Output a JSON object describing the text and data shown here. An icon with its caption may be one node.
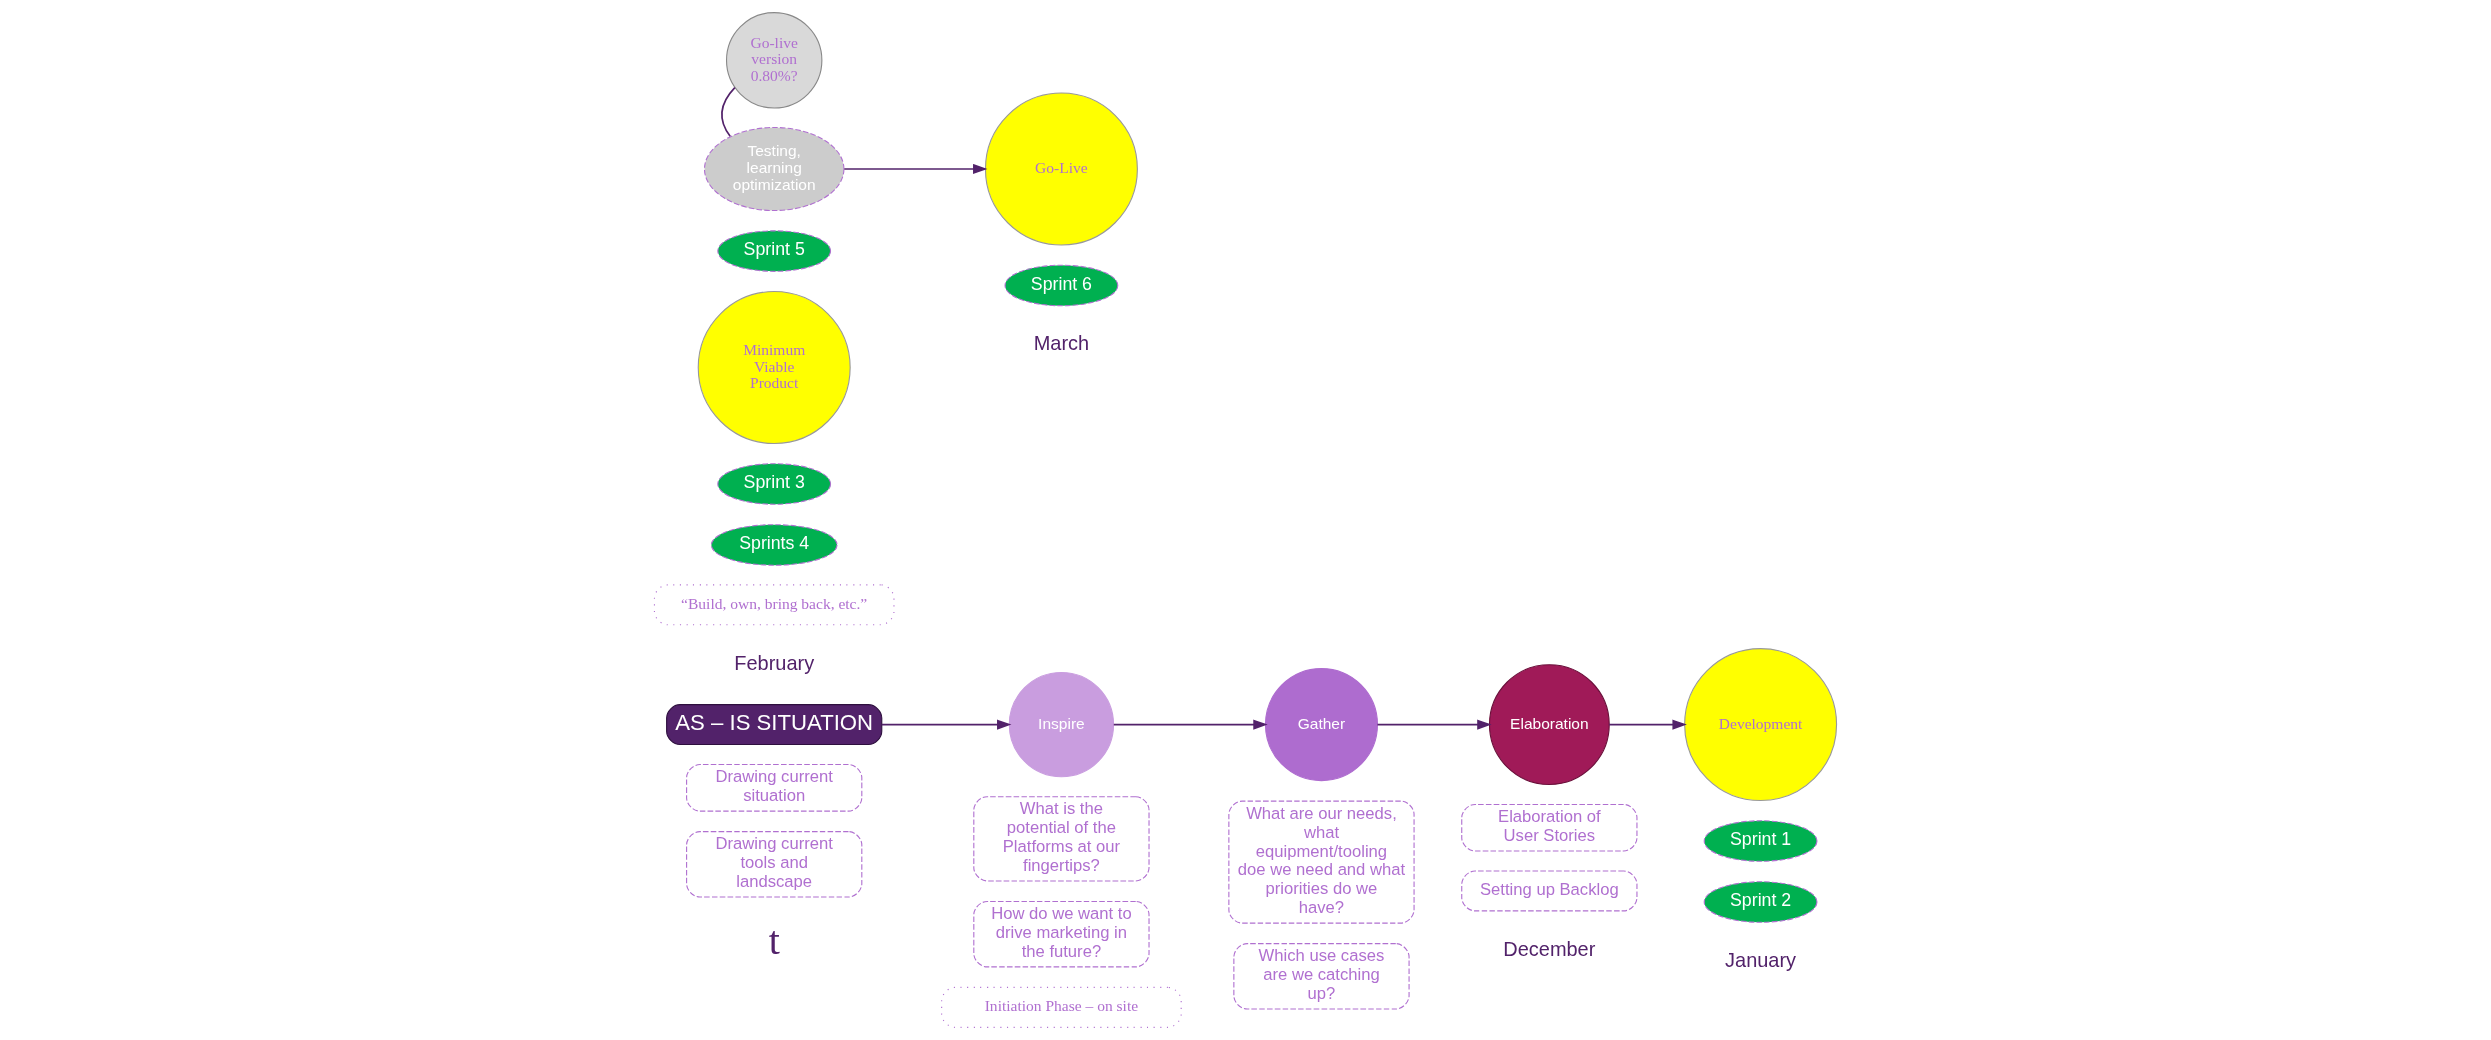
{
  "diagram": {
    "nodes": [
      {
        "text": [
          "AS – IS SITUATION"
        ]
      },
      {
        "text": [
          "Inspire"
        ]
      },
      {
        "text": [
          "Gather"
        ]
      },
      {
        "text": [
          "Elaboration"
        ]
      },
      {
        "text": [
          "Development"
        ]
      },
      {
        "text": [
          "Minimum Viable Product"
        ]
      },
      {
        "text": [
          "Go-live version 0.80%?"
        ]
      },
      {
        "text": [
          "Testing, learning optimization"
        ]
      },
      {
        "text": [
          "Go-Live"
        ]
      },
      {
        "text": [
          "Sprint 1"
        ]
      },
      {
        "text": [
          "Sprint 2"
        ]
      },
      {
        "text": [
          "Sprint 3"
        ]
      },
      {
        "text": [
          "Sprints 4"
        ]
      },
      {
        "text": [
          "Sprint 5"
        ]
      },
      {
        "text": [
          "Sprint 6"
        ]
      },
      {
        "text": [
          "Drawing current situation"
        ]
      },
      {
        "text": [
          "Drawing current tools and landscape"
        ]
      },
      {
        "text": [
          "What is the potential of the Platforms at our fingertips?"
        ]
      },
      {
        "text": [
          "How do we want to drive marketing in the future?"
        ]
      },
      {
        "text": [
          "What are our needs, what equipment/tooling doe we need and what priorities do we have?"
        ]
      },
      {
        "text": [
          "Which use cases are we catching up?"
        ]
      },
      {
        "text": [
          "Elaboration of User Stories"
        ]
      },
      {
        "text": [
          "Setting up Backlog"
        ]
      },
      {
        "text": [
          "Initiation Phase – on site"
        ]
      },
      {
        "text": [
          "“Build, own, bring back, etc.”"
        ]
      }
    ],
    "edges": [
      {
        "from": 0,
        "to": 1,
        "arrow": "to"
      },
      {
        "from": 1,
        "to": 2,
        "arrow": "to"
      },
      {
        "from": 2,
        "to": 3,
        "arrow": "to"
      },
      {
        "from": 3,
        "to": 4,
        "arrow": "to"
      },
      {
        "from": 6,
        "to": 7,
        "arrow": "none"
      },
      {
        "from": 7,
        "to": 8,
        "arrow": "to"
      }
    ],
    "labels": [
      "t",
      "December",
      "January",
      "February",
      "March"
    ]
  }
}
